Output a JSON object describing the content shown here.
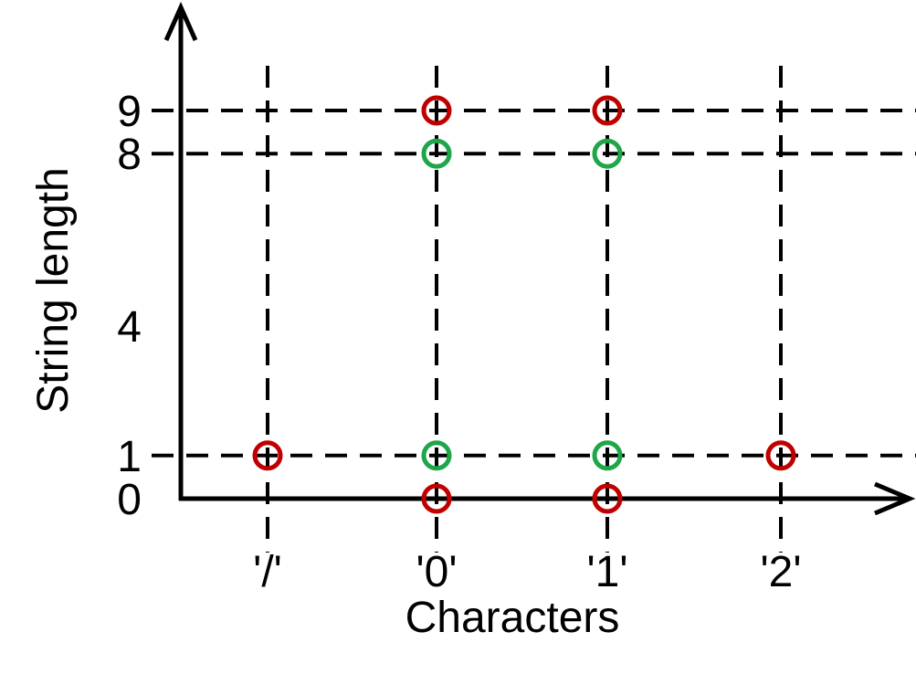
{
  "chart_data": {
    "type": "scatter",
    "xlabel": "Characters",
    "ylabel": "String length",
    "x_categories": [
      "'/'",
      "'0'",
      "'1'",
      "'2'"
    ],
    "y_ticks": [
      "0",
      "1",
      "4",
      "8",
      "9"
    ],
    "y_tick_values": [
      0,
      1,
      4,
      8,
      9
    ],
    "guide_lines": {
      "vertical_at": [
        "'/'",
        "'0'",
        "'1'",
        "'2'"
      ],
      "horizontal_at": [
        1,
        8,
        9
      ],
      "style": "dashed"
    },
    "series": [
      {
        "color": "#c00000",
        "marker": "open-circle",
        "points": [
          {
            "x": "'/'",
            "y": 1
          },
          {
            "x": "'0'",
            "y": 0
          },
          {
            "x": "'0'",
            "y": 9
          },
          {
            "x": "'1'",
            "y": 0
          },
          {
            "x": "'1'",
            "y": 9
          },
          {
            "x": "'2'",
            "y": 1
          }
        ]
      },
      {
        "color": "#1fa64a",
        "marker": "open-circle",
        "points": [
          {
            "x": "'0'",
            "y": 1
          },
          {
            "x": "'0'",
            "y": 8
          },
          {
            "x": "'1'",
            "y": 1
          },
          {
            "x": "'1'",
            "y": 8
          }
        ]
      }
    ],
    "grid": false,
    "legend": "none"
  }
}
